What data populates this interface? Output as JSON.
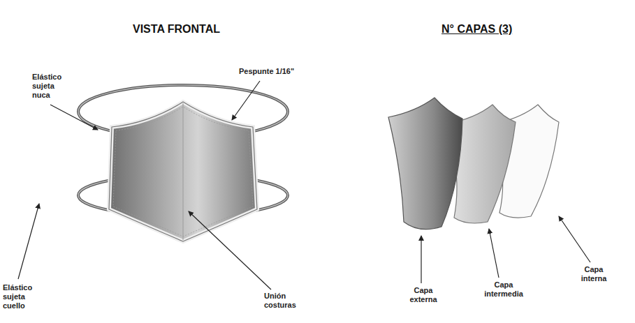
{
  "diagram": {
    "labels": [
      "VISTA FRONTAL",
      "N° CAPAS (3)",
      "Elástico sujeta nuca",
      "Pespunte 1/16\"",
      "Unión costuras",
      "Elástico sujeta cuello",
      "Capa externa",
      "Capa intermedia",
      "Capa interna"
    ]
  }
}
